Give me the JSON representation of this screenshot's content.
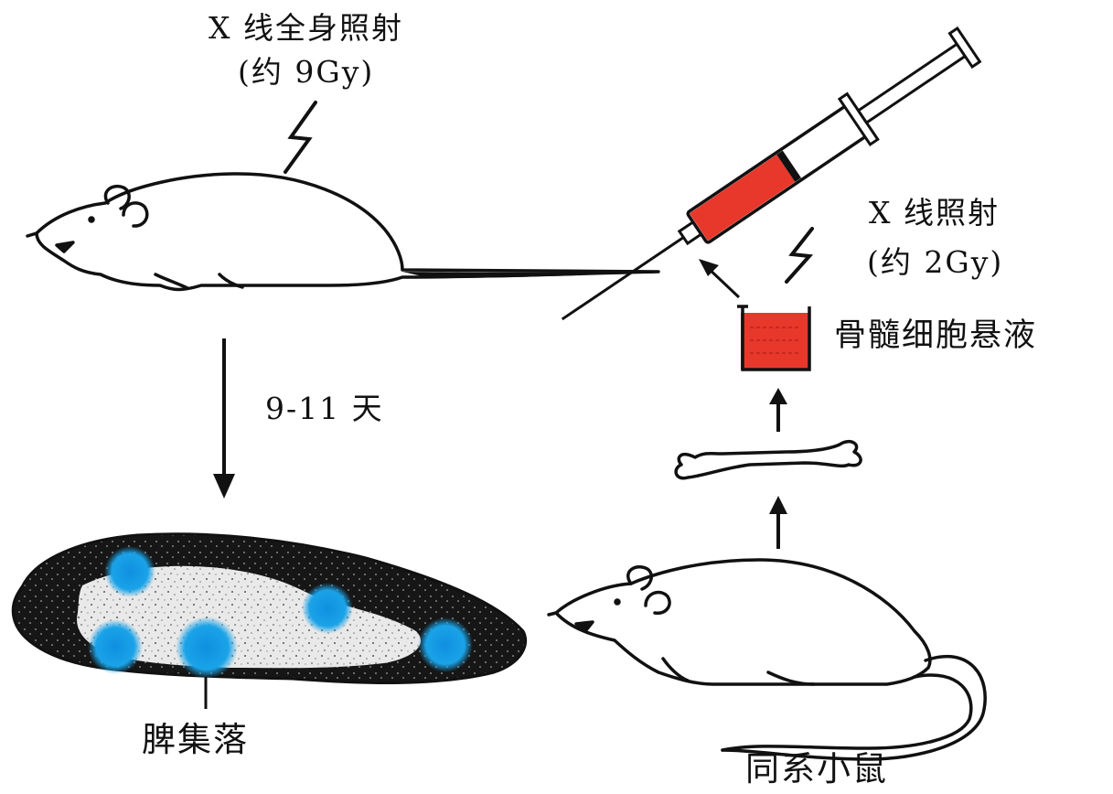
{
  "labels": {
    "full_body_irradiation": "X 线全身照射",
    "full_body_dose": "(约 9Gy)",
    "marrow_irradiation": "X 线照射",
    "marrow_dose": "(约 2Gy)",
    "marrow_suspension": "骨髓细胞悬液",
    "duration": "9-11 天",
    "spleen_colony": "脾集落",
    "syngeneic_mouse": "同系小鼠"
  },
  "colors": {
    "ink": "#111111",
    "blood_red": "#e8372b",
    "colony_blue": "#1aa3e8",
    "spleen_dark": "#161616",
    "spleen_light": "#e9e9e9"
  }
}
